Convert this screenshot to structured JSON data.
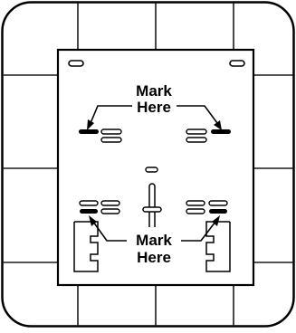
{
  "diagram": {
    "top_label": [
      "Mark",
      "Here"
    ],
    "bottom_label": [
      "Mark",
      "Here"
    ],
    "colors": {
      "ink": "#000000",
      "background": "#ffffff",
      "grid": "#1a1a1a",
      "board": "#ffffff"
    }
  }
}
